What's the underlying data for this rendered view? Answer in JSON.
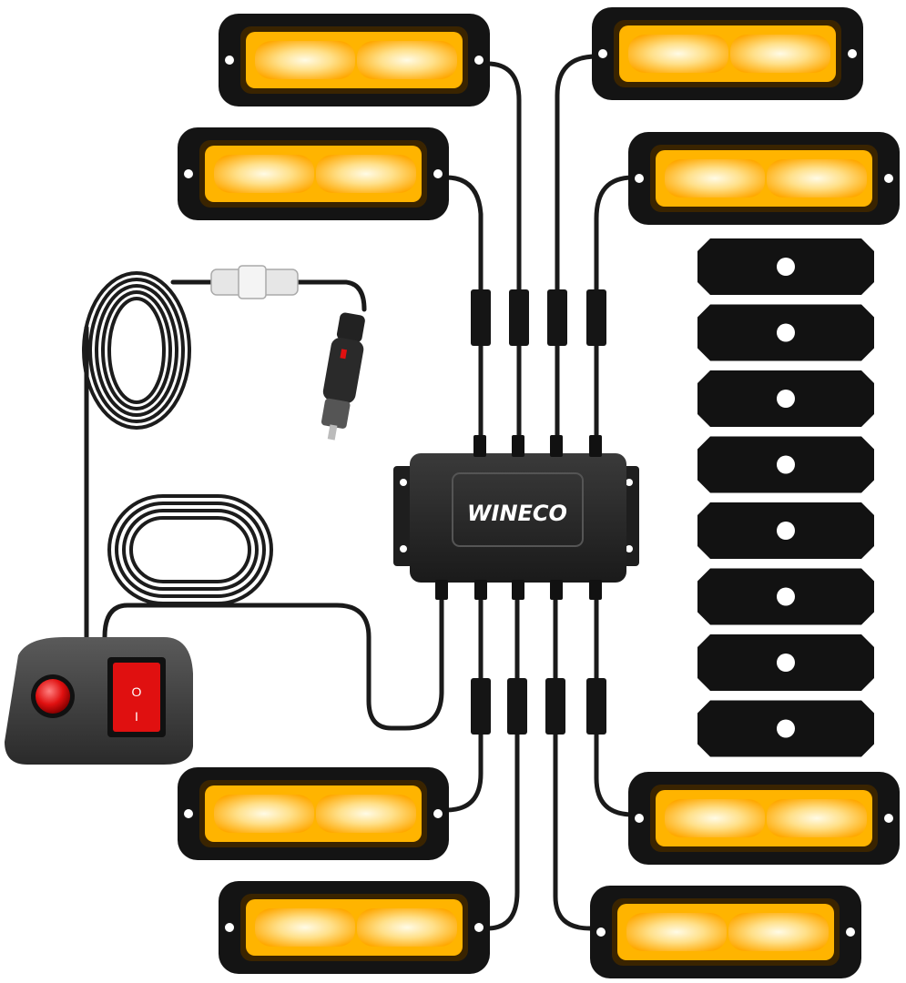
{
  "product": {
    "brand_text": "WINECO",
    "accent_color": "#ffb400",
    "lens_glow_color": "#fff2c2",
    "housing_color": "#141414",
    "switch_red": "#e01010"
  },
  "lights": {
    "count": 8,
    "color_name": "amber"
  },
  "gaskets": {
    "count": 8
  },
  "switch_box": {
    "button_icon": "push-button-icon",
    "rocker_icon": "rocker-switch-icon",
    "rocker_on_symbol": "I",
    "rocker_off_symbol": "O"
  }
}
